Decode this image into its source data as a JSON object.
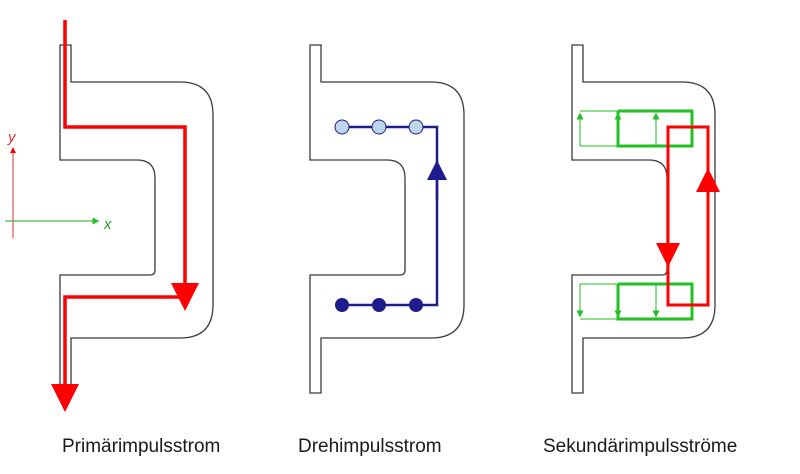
{
  "captions": {
    "primary": "Primärimpulsstrom",
    "angular": "Drehimpulsstrom",
    "secondary": "Sekundärimpulsströme"
  },
  "axes": {
    "x_label": "x",
    "y_label": "y"
  },
  "colors": {
    "outline": "#3a3a3a",
    "primary_flow": "#ff0000",
    "angular_flow": "#1c1c8c",
    "angular_dot_light": "#bcd7ec",
    "secondary_flow": "#22c022",
    "axis": "#22a022",
    "axis_y": "#e03030"
  }
}
